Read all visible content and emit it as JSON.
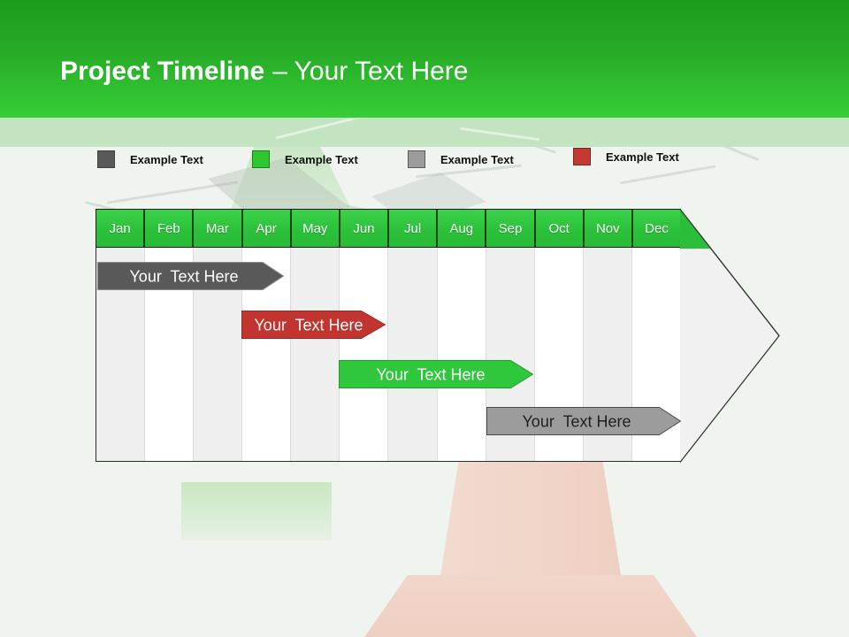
{
  "slide": {
    "title_bold": "Project Timeline",
    "title_light": "– Your Text Here"
  },
  "legend": {
    "items": [
      {
        "label": "Example Text",
        "color": "#595959",
        "border": "#3F3F3F"
      },
      {
        "label": "Example Text",
        "color": "#2EC72E",
        "border": "#1B7F1B"
      },
      {
        "label": "Example Text",
        "color": "#9B9B9B",
        "border": "#5A5A5A"
      },
      {
        "label": "Example Text",
        "color": "#C23A32",
        "border": "#7E2420"
      }
    ]
  },
  "timeline": {
    "months": [
      "Jan",
      "Feb",
      "Mar",
      "Apr",
      "May",
      "Jun",
      "Jul",
      "Aug",
      "Sep",
      "Oct",
      "Nov",
      "Dec"
    ],
    "header_color": "#2DC53C",
    "bars": [
      {
        "label": "Your  Text Here",
        "fill": "#595959",
        "stroke": "#8A8A8A",
        "text_color": "#FFFFFF",
        "start_month": "Jan",
        "end_month": "Apr"
      },
      {
        "label": "Your  Text Here",
        "fill": "#C2342F",
        "stroke": "#962A26",
        "text_color": "#FFFFFF",
        "start_month": "Apr",
        "end_month": "Jun"
      },
      {
        "label": "Your  Text Here",
        "fill": "#2FC73B",
        "stroke": "#1F9E2C",
        "text_color": "#FFFFFF",
        "start_month": "Jun",
        "end_month": "Sep"
      },
      {
        "label": "Your  Text Here",
        "fill": "#9C9C9C",
        "stroke": "#4A4A4A",
        "text_color": "#1F1F1F",
        "start_month": "Sep",
        "end_month": "Dec"
      }
    ]
  }
}
